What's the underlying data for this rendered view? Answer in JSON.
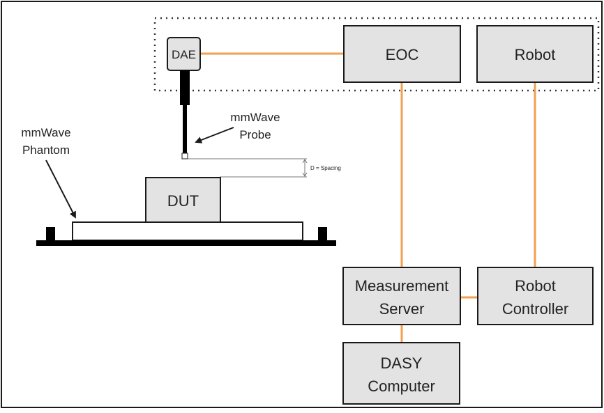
{
  "colors": {
    "connector": "#f0a050",
    "box_fill": "#e3e3e3",
    "stroke": "#1a1a1a",
    "phantom_fill": "#ffffff",
    "base": "#000000"
  },
  "labels": {
    "dae": "DAE",
    "eoc": "EOC",
    "robot": "Robot",
    "probe_line1": "mmWave",
    "probe_line2": "Probe",
    "phantom_line1": "mmWave",
    "phantom_line2": "Phantom",
    "spacing": "D = Spacing",
    "dut": "DUT",
    "measurement_server_line1": "Measurement",
    "measurement_server_line2": "Server",
    "robot_controller_line1": "Robot",
    "robot_controller_line2": "Controller",
    "dasy_computer_line1": "DASY",
    "dasy_computer_line2": "Computer"
  }
}
